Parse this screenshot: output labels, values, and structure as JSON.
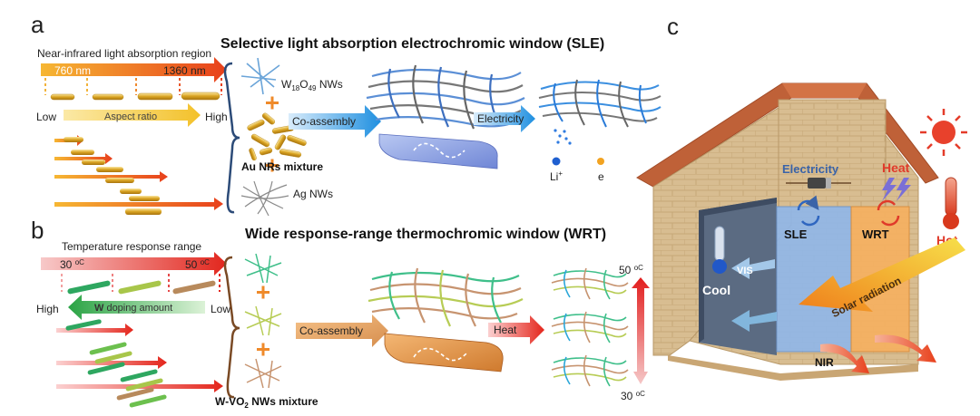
{
  "panel_a": {
    "letter": "a",
    "title": "Selective light absorption electrochromic window (SLE)",
    "range_label": "Near-infrared light absorption region",
    "range_start": "760 nm",
    "range_end": "1360 nm",
    "axis_low": "Low",
    "axis_high": "High",
    "axis_label": "Aspect ratio",
    "component_1": "W18O49 NWs",
    "component_1_main": "W",
    "component_1_sub1": "18",
    "component_1_mid": "O",
    "component_1_sub2": "49",
    "component_1_tail": " NWs",
    "component_2": "Ag NWs",
    "mixture_label": "Au NRs mixture",
    "step_1": "Co-assembly",
    "step_2": "Electricity",
    "legend_ion": "Li⁺",
    "legend_ion_main": "Li",
    "legend_ion_sup": "+",
    "legend_electron": "e"
  },
  "panel_b": {
    "letter": "b",
    "title": "Wide response-range thermochromic window (WRT)",
    "range_label": "Temperature response range",
    "range_start": "30 °C",
    "range_start_num": "30 ",
    "range_start_unit": "oC",
    "range_end": "50 °C",
    "range_end_num": "50 ",
    "range_end_unit": "oC",
    "axis_high": "High",
    "axis_low": "Low",
    "axis_label_bold": "W",
    "axis_label_rest": " doping amount",
    "mixture_label": "W-VO2 NWs mixture",
    "mixture_main": "W-VO",
    "mixture_sub": "2",
    "mixture_tail": " NWs mixture",
    "step_1": "Co-assembly",
    "step_2": "Heat",
    "temp_high": "50 °C",
    "temp_high_num": "50 ",
    "temp_high_unit": "oC",
    "temp_low": "30 °C",
    "temp_low_num": "30 ",
    "temp_low_unit": "oC"
  },
  "panel_c": {
    "letter": "c",
    "electricity": "Electricity",
    "heat": "Heat",
    "sle": "SLE",
    "wrt": "WRT",
    "hot": "Hot",
    "cool": "Cool",
    "vis": "VIS",
    "solar": "Solar radiation",
    "nir": "NIR"
  },
  "colors": {
    "roof": "#c0623a",
    "wall": "#d9bf93",
    "sle_panel": "#8fb7ea",
    "wrt_panel": "#f6b060",
    "heat_text": "#e03a2a",
    "electricity_text": "#3a63a8",
    "nir_arrow": "#e8481f"
  },
  "icons": [
    "sun-icon",
    "hot-thermometer-icon",
    "cool-thermometer-icon",
    "battery-icon",
    "lightning-icon",
    "refresh-icon",
    "plus-icon"
  ]
}
